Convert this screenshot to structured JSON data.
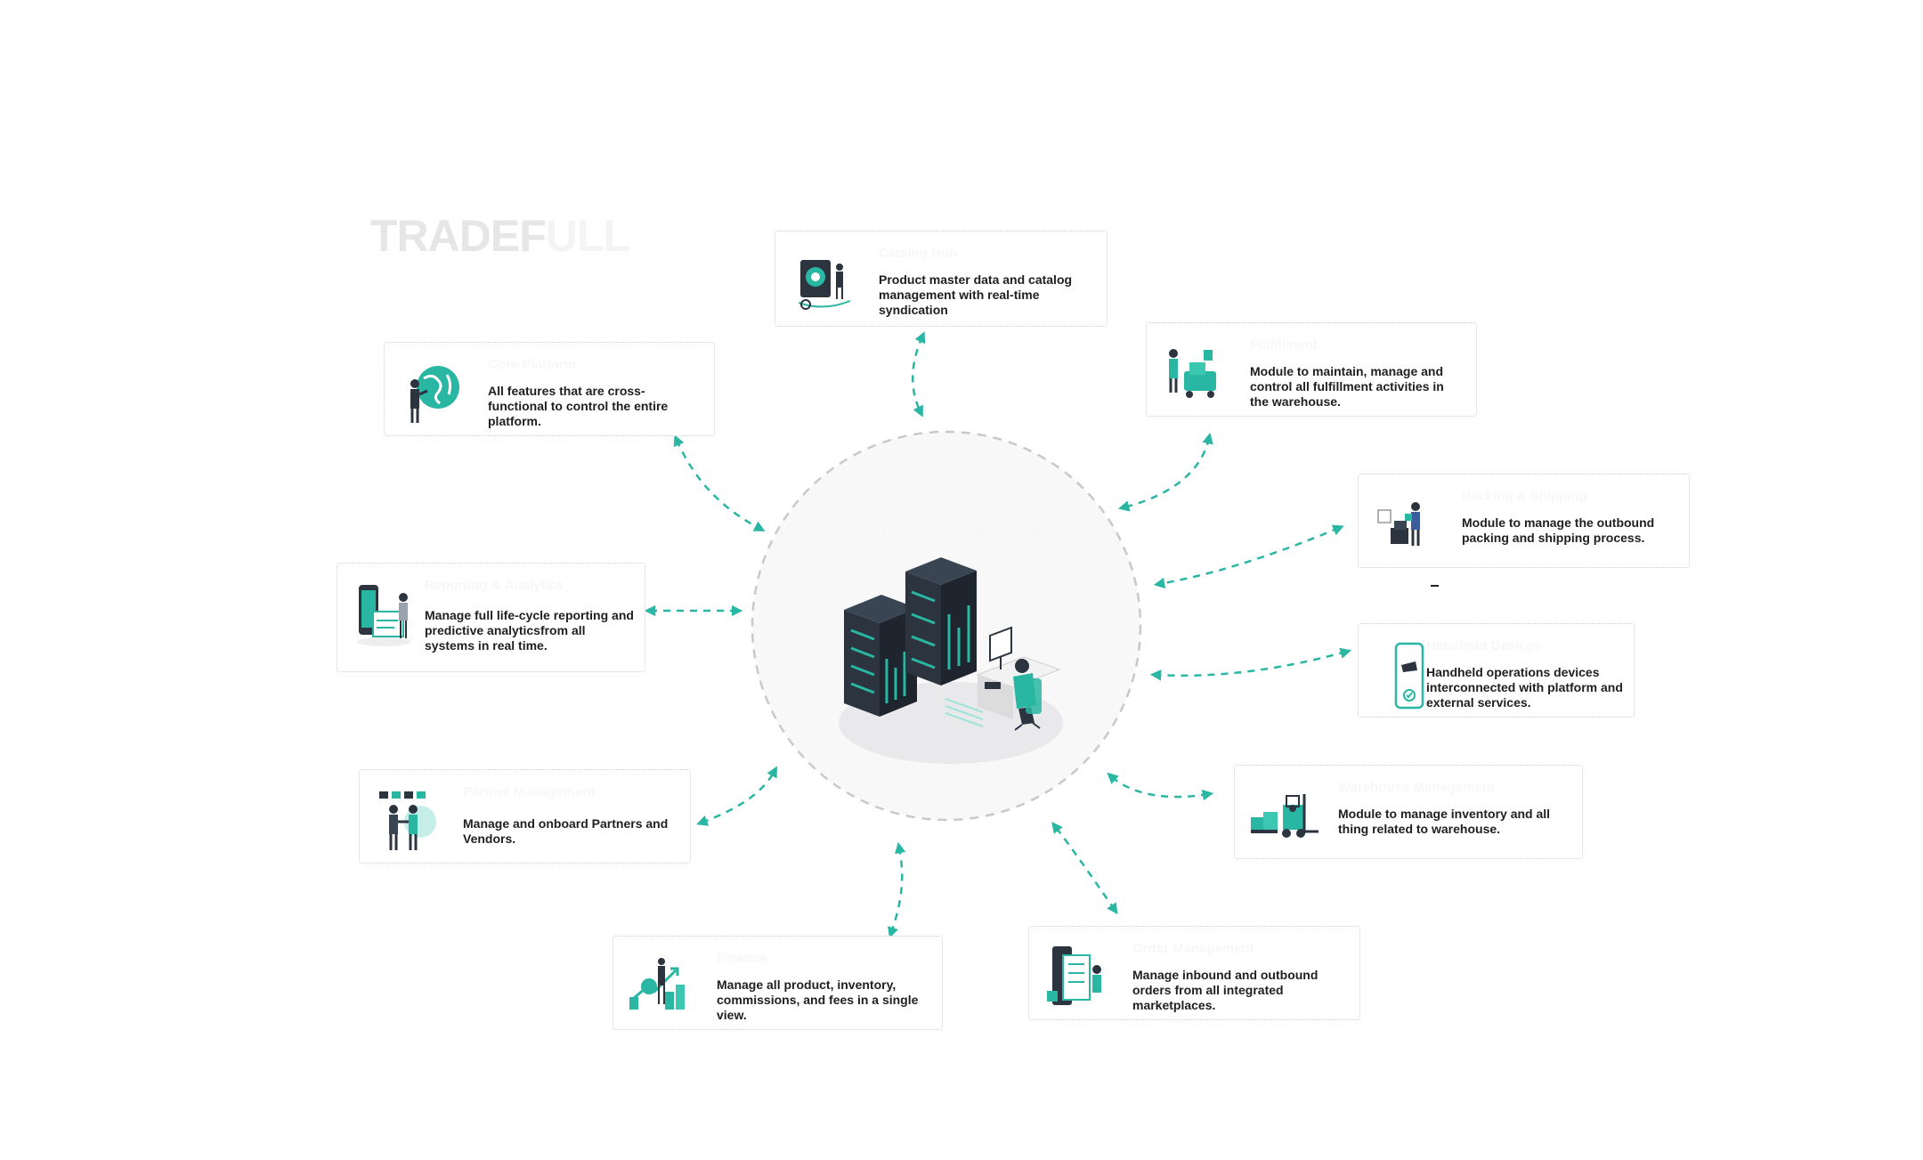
{
  "brand": {
    "logo_main": "TRADEF",
    "logo_faded": "ULL"
  },
  "center": {
    "title": "Centralized Database"
  },
  "colors": {
    "accent": "#29b6a3",
    "dark": "#2c3440",
    "card_border": "#cfcfcf",
    "circle_fill": "#f8f8f8"
  },
  "modules": [
    {
      "id": "catalog",
      "title": "Catalog Hub",
      "desc": "Product master data and catalog management with real-time syndication",
      "icon": "catalog-illustration-icon"
    },
    {
      "id": "fulfillment",
      "title": "Fulfillment",
      "desc": "Module to maintain, manage and control all fulfillment activities in the warehouse.",
      "icon": "fulfillment-illustration-icon"
    },
    {
      "id": "shipping",
      "title": "Packing & Shipping",
      "desc": "Module to manage the outbound packing and shipping process.",
      "icon": "shipping-illustration-icon"
    },
    {
      "id": "devices",
      "title": "Handheld Devices",
      "desc": "Handheld operations devices interconnected with platform and external services.",
      "icon": "mobile-device-illustration-icon"
    },
    {
      "id": "warehouse",
      "title": "Warehouse Management",
      "desc": "Module to manage inventory and all thing related to warehouse.",
      "icon": "forklift-illustration-icon"
    },
    {
      "id": "orders",
      "title": "Order Management",
      "desc": "Manage inbound and outbound orders from all integrated marketplaces.",
      "icon": "orders-illustration-icon"
    },
    {
      "id": "finance",
      "title": "Finance",
      "desc": "Manage all product, inventory, commissions, and fees in a single view.",
      "icon": "finance-growth-illustration-icon"
    },
    {
      "id": "partners",
      "title": "Partner Management",
      "desc": "Manage and onboard Partners and Vendors.",
      "icon": "partnership-illustration-icon"
    },
    {
      "id": "analytics",
      "title": "Reporting & Analytics",
      "desc": "Manage full life-cycle reporting and predictive analyticsfrom all systems in real time.",
      "icon": "analytics-illustration-icon"
    },
    {
      "id": "core",
      "title": "Core Platform",
      "desc": "All features that are cross-functional to control the entire platform.",
      "icon": "globe-illustration-icon"
    }
  ]
}
